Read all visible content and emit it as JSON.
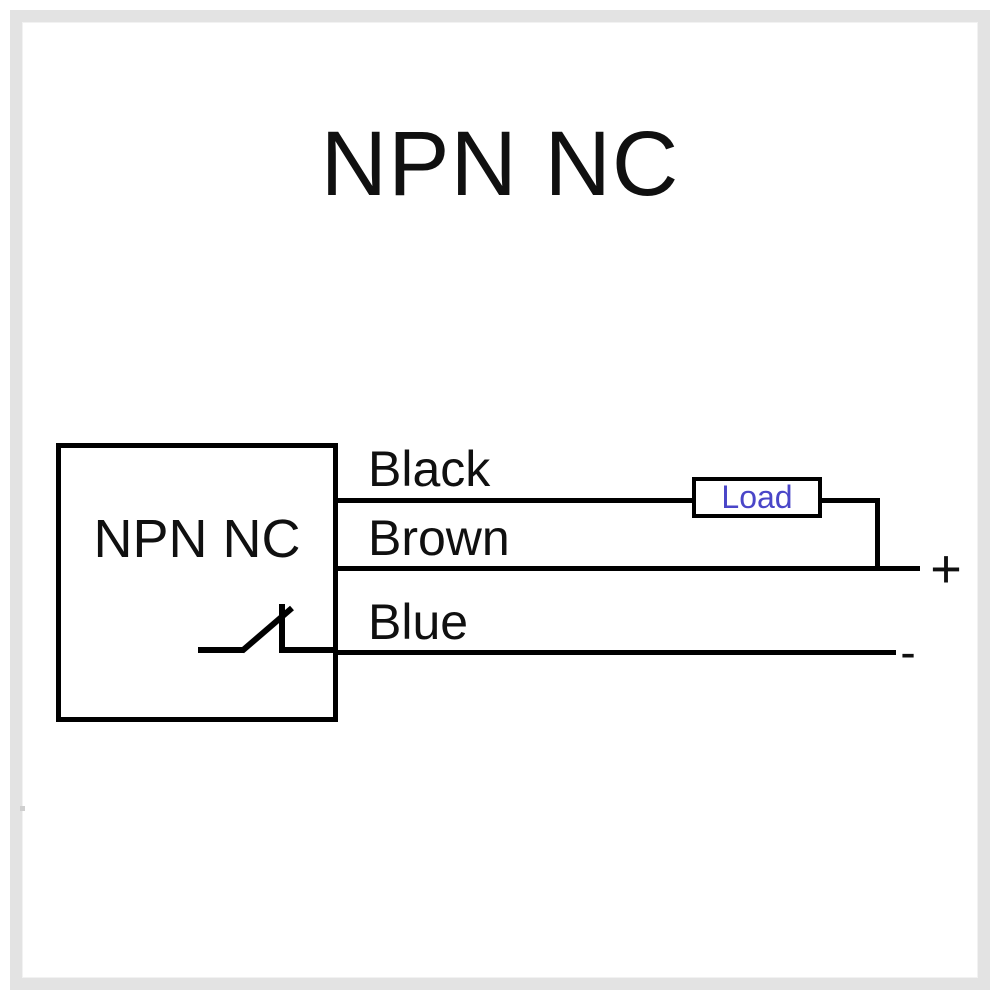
{
  "diagram": {
    "title": "NPN NC",
    "sensor": {
      "label": "NPN NC",
      "switch_symbol": "normally-closed-contact"
    },
    "wires": [
      {
        "label": "Black",
        "terminal": ""
      },
      {
        "label": "Brown",
        "terminal": "+"
      },
      {
        "label": "Blue",
        "terminal": "-"
      }
    ],
    "load": {
      "label": "Load",
      "text_color": "#4a46c8"
    },
    "terminals": {
      "positive": "+",
      "negative": "-"
    },
    "colors": {
      "line": "#000000",
      "frame": "#e3e3e3",
      "background": "#ffffff",
      "load_text": "#4a46c8"
    }
  }
}
